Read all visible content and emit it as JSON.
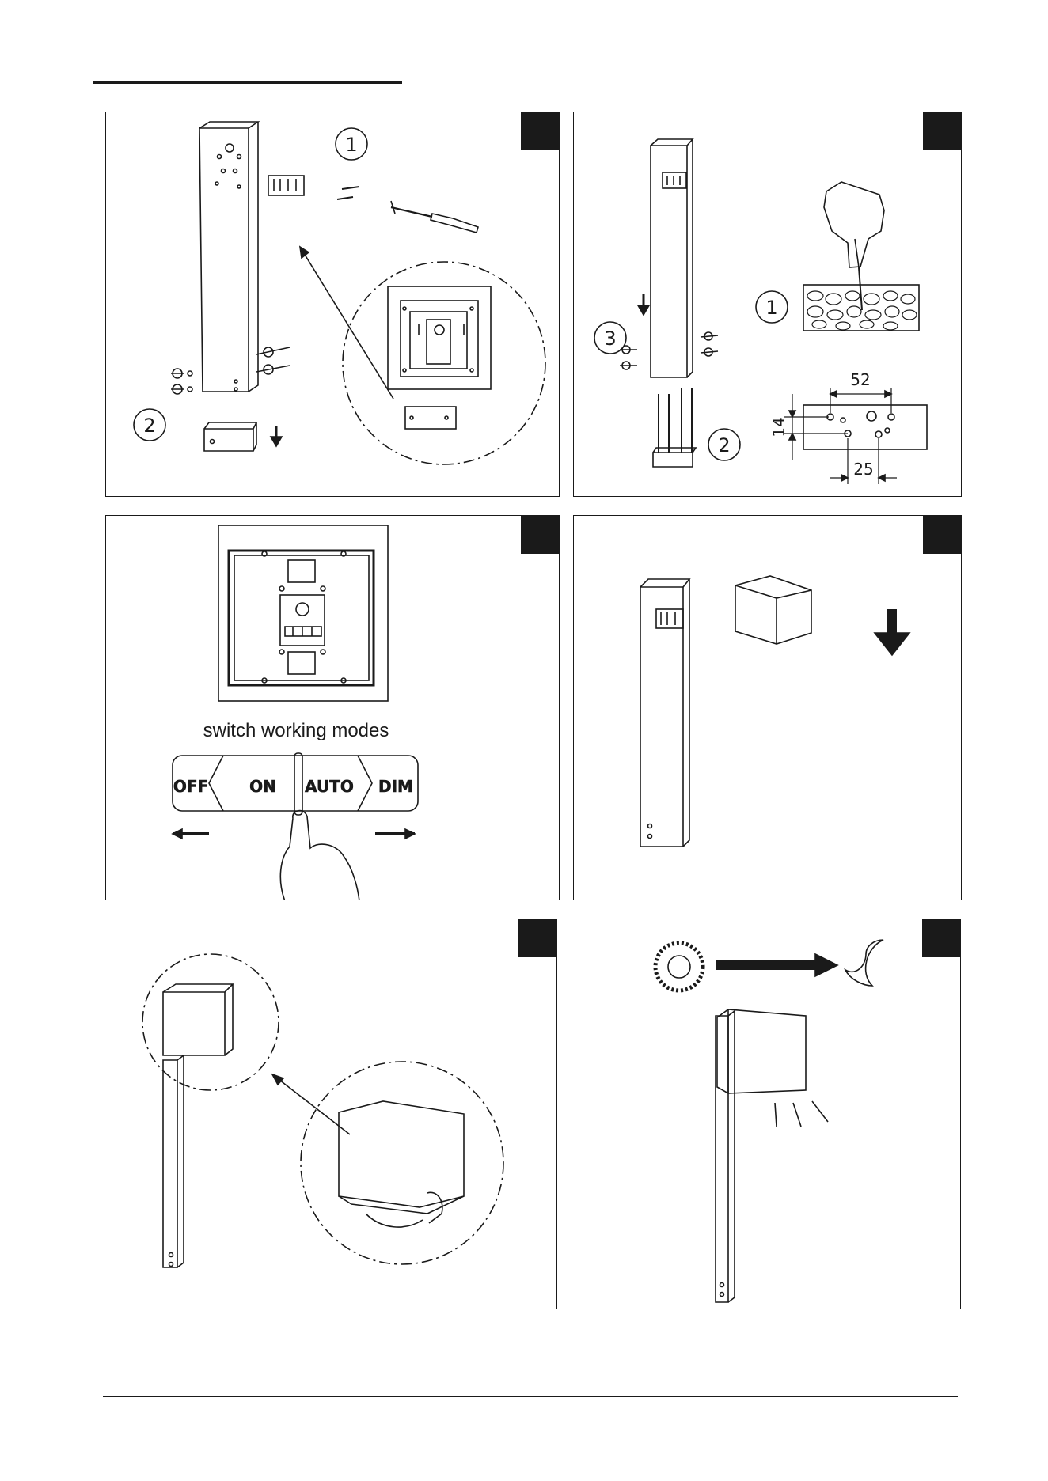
{
  "panel_a": {
    "step_one": "1",
    "step_two": "2"
  },
  "panel_b": {
    "step_one": "1",
    "step_two": "2",
    "step_three": "3",
    "dim_top": "52",
    "dim_side": "14",
    "dim_bottom": "25"
  },
  "panel_c": {
    "mode_title": "switch working modes",
    "modes": [
      "OFF",
      "ON",
      "AUTO",
      "DIM"
    ]
  },
  "colors": {
    "ink": "#1a1a1a",
    "fill_dark": "#1a1a1a",
    "paper": "#ffffff"
  },
  "icons": [
    "screwdriver-icon",
    "drill-icon",
    "screw-icon",
    "sun-icon",
    "moon-icon",
    "hand-icon",
    "arrow-down-icon",
    "arrow-right-icon"
  ]
}
